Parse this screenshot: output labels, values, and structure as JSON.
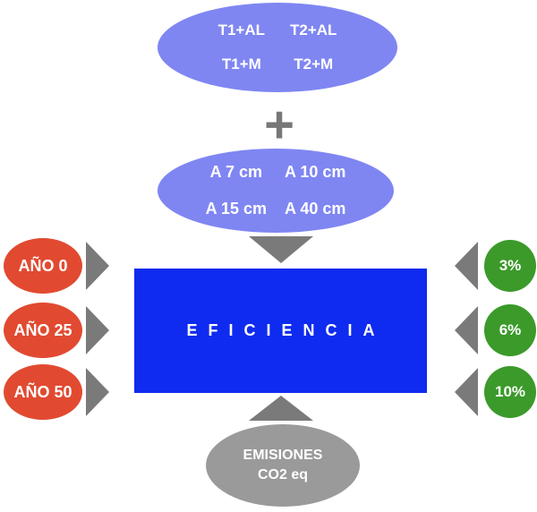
{
  "top_group": {
    "items": [
      "T1+AL",
      "T2+AL",
      "T1+M",
      "T2+M"
    ],
    "color": "#7f86f2"
  },
  "plus_symbol": "+",
  "second_group": {
    "items": [
      "A 7 cm",
      "A 10 cm",
      "A 15 cm",
      "A 40 cm"
    ],
    "color": "#7f86f2"
  },
  "center": {
    "label": "EFICIENCIA",
    "color": "#0f2bf0"
  },
  "left_items": {
    "labels": [
      "AÑO 0",
      "AÑO 25",
      "AÑO 50"
    ],
    "color": "#e14a31"
  },
  "right_items": {
    "labels": [
      "3%",
      "6%",
      "10%"
    ],
    "color": "#3b9a2a"
  },
  "bottom": {
    "line1": "EMISIONES",
    "line2": "CO2 eq",
    "color": "#9a9a9a"
  },
  "arrow_color": "#7a7a7a",
  "icons": [
    "plus-icon",
    "arrow-down-icon",
    "arrow-up-icon",
    "arrow-right-icon",
    "arrow-left-icon"
  ]
}
